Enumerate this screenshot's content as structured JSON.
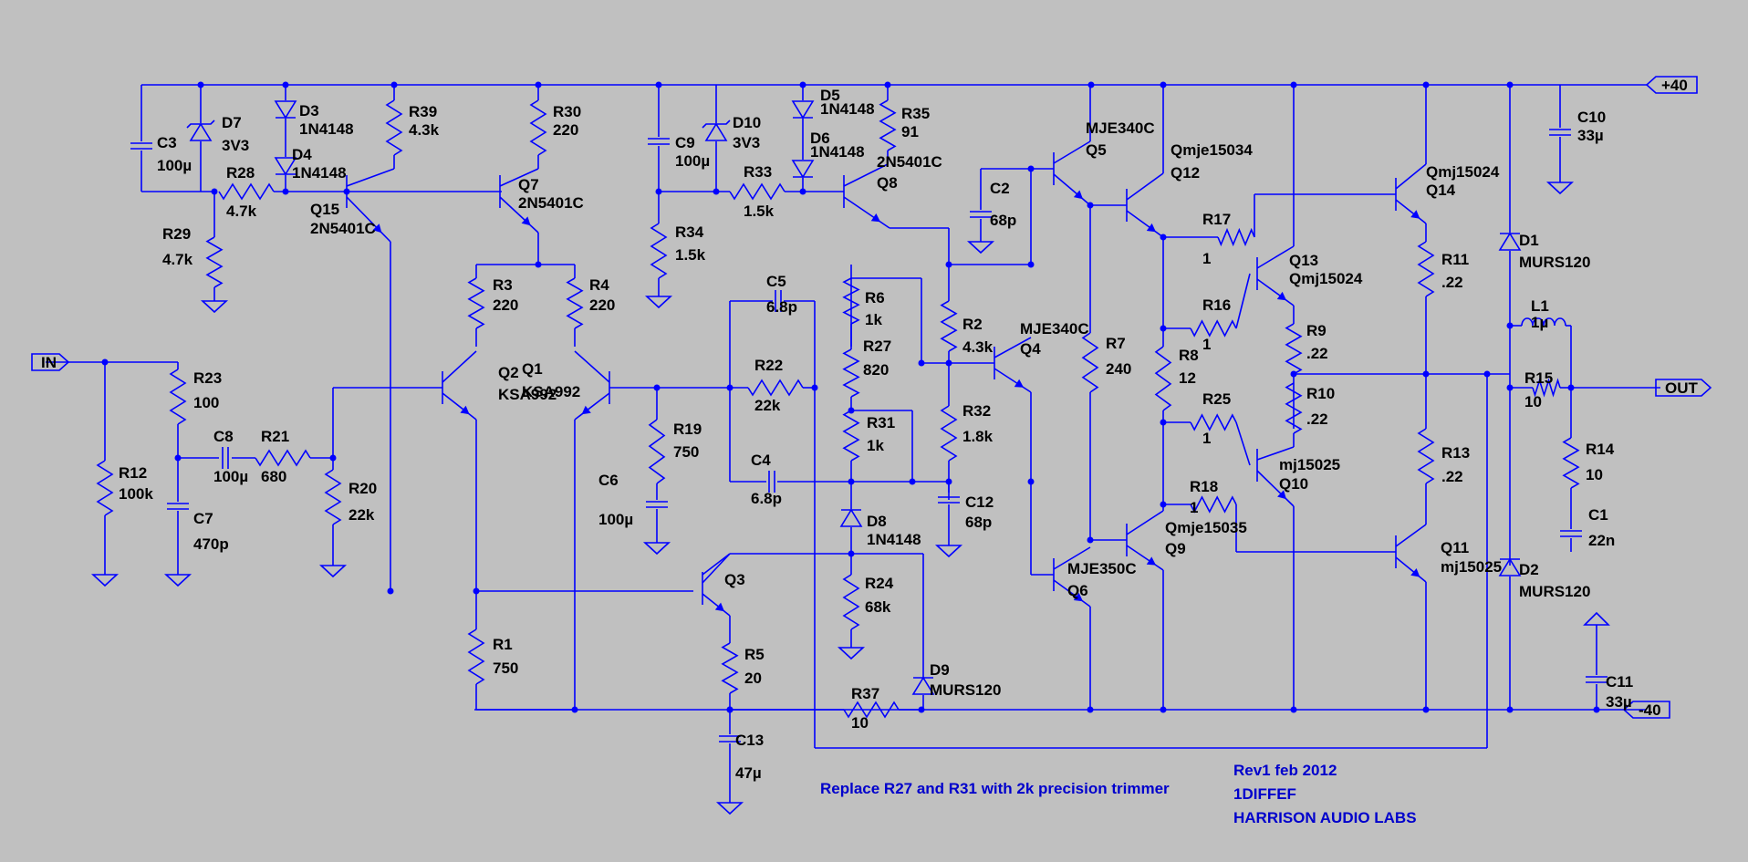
{
  "parts": {
    "C3": {
      "ref": "C3",
      "val": "100µ"
    },
    "D7": {
      "ref": "D7",
      "val": "3V3"
    },
    "D3": {
      "ref": "D3",
      "val": "1N4148"
    },
    "D4": {
      "ref": "D4",
      "val": "1N4148"
    },
    "R28": {
      "ref": "R28",
      "val": "4.7k"
    },
    "R29": {
      "ref": "R29",
      "val": "4.7k"
    },
    "R39": {
      "ref": "R39",
      "val": "4.3k"
    },
    "Q15": {
      "ref": "Q15",
      "val": "2N5401C"
    },
    "R30": {
      "ref": "R30",
      "val": "220"
    },
    "Q7": {
      "ref": "Q7",
      "val": "2N5401C"
    },
    "C9": {
      "ref": "C9",
      "val": "100µ"
    },
    "D10": {
      "ref": "D10",
      "val": "3V3"
    },
    "D5": {
      "ref": "D5",
      "val": "1N4148"
    },
    "D6": {
      "ref": "D6",
      "val": "1N4148"
    },
    "R35": {
      "ref": "R35",
      "val": "91"
    },
    "R33": {
      "ref": "R33",
      "val": "1.5k"
    },
    "Q8": {
      "ref": "Q8",
      "val": "2N5401C"
    },
    "R34": {
      "ref": "R34",
      "val": "1.5k"
    },
    "R3": {
      "ref": "R3",
      "val": "220"
    },
    "R4": {
      "ref": "R4",
      "val": "220"
    },
    "Q2": {
      "ref": "Q2",
      "val": "KSA992"
    },
    "Q1": {
      "ref": "Q1",
      "val": "KSA992"
    },
    "R23": {
      "ref": "R23",
      "val": "100"
    },
    "R12": {
      "ref": "R12",
      "val": "100k"
    },
    "C8": {
      "ref": "C8",
      "val": "100µ"
    },
    "R21": {
      "ref": "R21",
      "val": "680"
    },
    "C7": {
      "ref": "C7",
      "val": "470p"
    },
    "R20": {
      "ref": "R20",
      "val": "22k"
    },
    "C5": {
      "ref": "C5",
      "val": "6.8p"
    },
    "R22": {
      "ref": "R22",
      "val": "22k"
    },
    "C4": {
      "ref": "C4",
      "val": "6.8p"
    },
    "R19": {
      "ref": "R19",
      "val": "750"
    },
    "C6": {
      "ref": "C6",
      "val": "100µ"
    },
    "R6": {
      "ref": "R6",
      "val": "1k"
    },
    "R27": {
      "ref": "R27",
      "val": "820"
    },
    "R31": {
      "ref": "R31",
      "val": "1k"
    },
    "D8": {
      "ref": "D8",
      "val": "1N4148"
    },
    "R24": {
      "ref": "R24",
      "val": "68k"
    },
    "D9": {
      "ref": "D9",
      "val": "MURS120"
    },
    "R37": {
      "ref": "R37",
      "val": "10"
    },
    "Q3": {
      "ref": "Q3",
      "val": ""
    },
    "R5": {
      "ref": "R5",
      "val": "20"
    },
    "C13": {
      "ref": "C13",
      "val": "47µ"
    },
    "R1": {
      "ref": "R1",
      "val": "750"
    },
    "C2": {
      "ref": "C2",
      "val": "68p"
    },
    "R2": {
      "ref": "R2",
      "val": "4.3k"
    },
    "Q4": {
      "ref": "Q4",
      "val": "MJE340C"
    },
    "R32": {
      "ref": "R32",
      "val": "1.8k"
    },
    "C12": {
      "ref": "C12",
      "val": "68p"
    },
    "Q5": {
      "ref": "Q5",
      "val": "MJE340C"
    },
    "R7": {
      "ref": "R7",
      "val": "240"
    },
    "Q6": {
      "ref": "Q6",
      "val": "MJE350C"
    },
    "Q12": {
      "ref": "Q12",
      "val": "Qmje15034"
    },
    "Q9": {
      "ref": "Q9",
      "val": "Qmje15035"
    },
    "R17": {
      "ref": "R17",
      "val": "1"
    },
    "R16": {
      "ref": "R16",
      "val": "1"
    },
    "R8": {
      "ref": "R8",
      "val": "12"
    },
    "R25": {
      "ref": "R25",
      "val": "1"
    },
    "R18": {
      "ref": "R18",
      "val": "1"
    },
    "Q13": {
      "ref": "Q13",
      "val": "Qmj15024"
    },
    "Q10": {
      "ref": "Q10",
      "val": "mj15025"
    },
    "R9": {
      "ref": "R9",
      "val": ".22"
    },
    "R10": {
      "ref": "R10",
      "val": ".22"
    },
    "Q14": {
      "ref": "Q14",
      "val": "Qmj15024"
    },
    "Q11": {
      "ref": "Q11",
      "val": "mj15025"
    },
    "R11": {
      "ref": "R11",
      "val": ".22"
    },
    "R13": {
      "ref": "R13",
      "val": ".22"
    },
    "C10": {
      "ref": "C10",
      "val": "33µ"
    },
    "D1": {
      "ref": "D1",
      "val": "MURS120"
    },
    "D2": {
      "ref": "D2",
      "val": "MURS120"
    },
    "L1": {
      "ref": "L1",
      "val": "1µ"
    },
    "R15": {
      "ref": "R15",
      "val": "10"
    },
    "R14": {
      "ref": "R14",
      "val": "10"
    },
    "C1": {
      "ref": "C1",
      "val": "22n"
    },
    "C11": {
      "ref": "C11",
      "val": "33µ"
    }
  },
  "nets": {
    "in": "IN",
    "out": "OUT",
    "vpos": "+40",
    "vneg": "-40"
  },
  "notes": {
    "trimmer": "Replace R27 and R31 with 2k precision trimmer",
    "rev": "Rev1 feb 2012",
    "design": "1DIFFEF",
    "company": "HARRISON AUDIO LABS"
  },
  "colors": {
    "background": "#c0c0c0",
    "wire": "#0000ff",
    "text": "#000000",
    "note": "#0000cc"
  }
}
